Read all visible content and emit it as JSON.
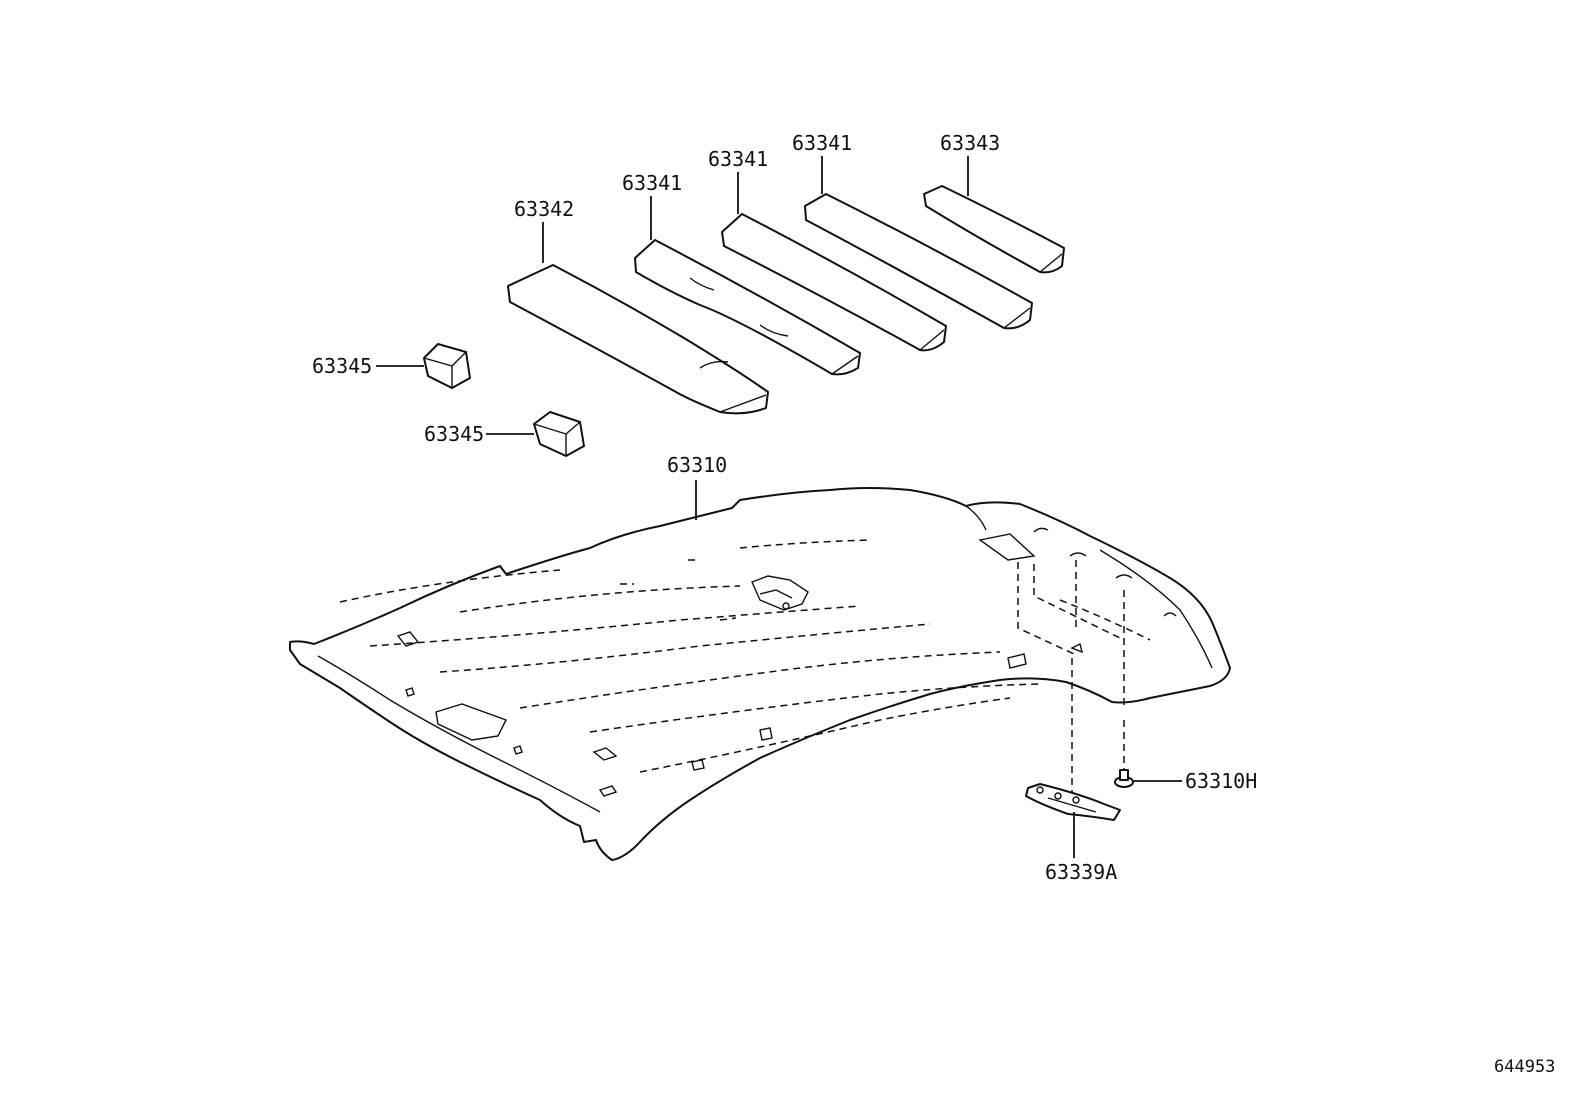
{
  "diagram": {
    "drawing_number": "644953",
    "callouts": {
      "p63342": "63342",
      "p63341_a": "63341",
      "p63341_b": "63341",
      "p63341_c": "63341",
      "p63343": "63343",
      "p63345_a": "63345",
      "p63345_b": "63345",
      "p63310": "63310",
      "p63310H": "63310H",
      "p63339A": "63339A"
    }
  }
}
